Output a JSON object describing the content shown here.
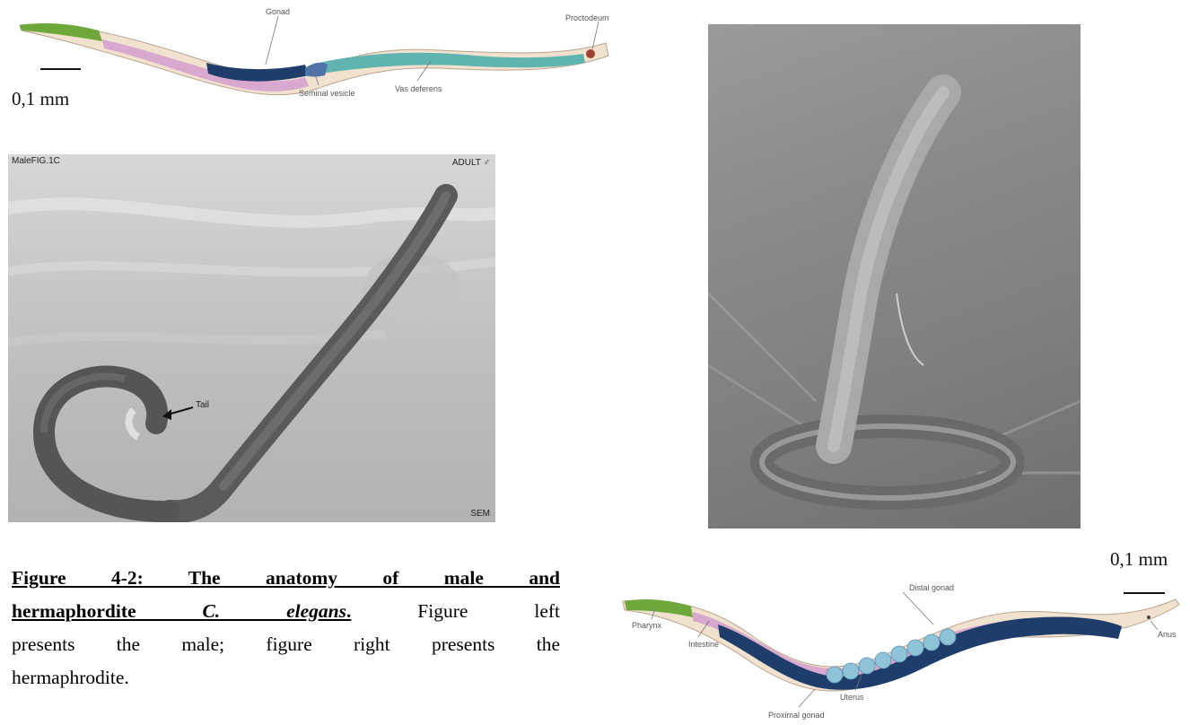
{
  "male_diagram": {
    "labels": {
      "gonad": "Gonad",
      "proctodeum": "Proctodeum",
      "seminal_vesicle": "Seminal vesicle",
      "vas_deferens": "Vas deferens"
    },
    "scale": "0,1 mm"
  },
  "male_sem": {
    "corner_top_left": "MaleFIG.1C",
    "corner_top_right": "ADULT ♂",
    "tail_label": "Tail",
    "corner_bottom_right": "SEM"
  },
  "herm_diagram": {
    "labels": {
      "distal_gonad": "Distal gonad",
      "pharynx": "Pharynx",
      "intestine": "Intestine",
      "uterus": "Uterus",
      "proximal_gonad": "Proximal gonad",
      "anus": "Anus"
    },
    "scale": "0,1 mm"
  },
  "caption": {
    "title_part1": "Figure 4-2: The anatomy of male and",
    "title_part2": "hermaphordite",
    "genus": "C. elegans",
    "title_end": ".",
    "body_part1": " Figure left",
    "body_part2": "presents the male; figure right presents the",
    "body_part3": "hermaphrodite."
  }
}
